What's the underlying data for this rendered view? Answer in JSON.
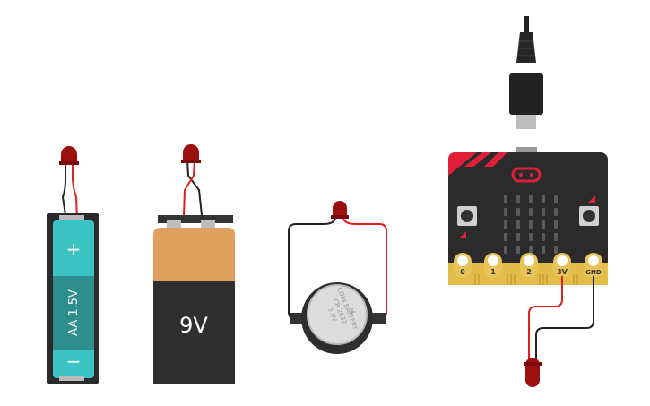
{
  "aa_battery": {
    "plus": "+",
    "label": "AA 1.5V",
    "minus": "−"
  },
  "nine_volt": {
    "label": "9V"
  },
  "coin_cell": {
    "line1": "COIN BATTERY",
    "line2": "CR 2032",
    "line3": "3.0V",
    "plus": "+"
  },
  "microbit": {
    "pins": {
      "p0": "0",
      "p1": "1",
      "p2": "2",
      "p3v": "3V",
      "gnd": "GND"
    }
  },
  "colors": {
    "aa_teal": "#3cc4c4",
    "aa_body": "#2a2a2a",
    "nine_v_orange": "#e0a060",
    "nine_v_body": "#2f2f2f",
    "led_red": "#9c1010",
    "wire_red": "#e02020",
    "wire_black": "#222222",
    "board": "#2b2b2b",
    "board_accent": "#e0203a",
    "pin_gold": "#e2bd4a"
  }
}
